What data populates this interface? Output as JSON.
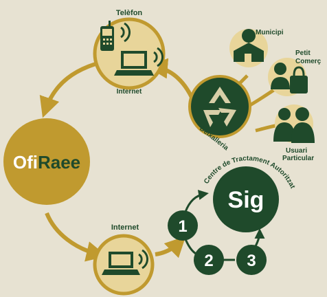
{
  "diagram": {
    "brand": {
      "part1": "Ofi",
      "part2": "Raee"
    },
    "top_node": {
      "label_top": "Telèfon",
      "label_bottom": "Internet"
    },
    "bottom_node": {
      "label_top": "Internet"
    },
    "recycle_node": {
      "label": "Deixalleria"
    },
    "sources": [
      {
        "label_lines": [
          "Municipi"
        ]
      },
      {
        "label_lines": [
          "Petit",
          "Comerç"
        ]
      },
      {
        "label_lines": [
          "Usuari",
          "Particular"
        ]
      }
    ],
    "sig": {
      "label": "Sig",
      "arc_label": "Centre de Tractament Autoritzat"
    },
    "steps": [
      "1",
      "2",
      "3"
    ],
    "colors": {
      "background": "#e7e2d2",
      "gold": "#c09a2f",
      "pale_gold": "#e8d59a",
      "dark_green": "#1f4a2b",
      "white": "#ffffff"
    }
  }
}
